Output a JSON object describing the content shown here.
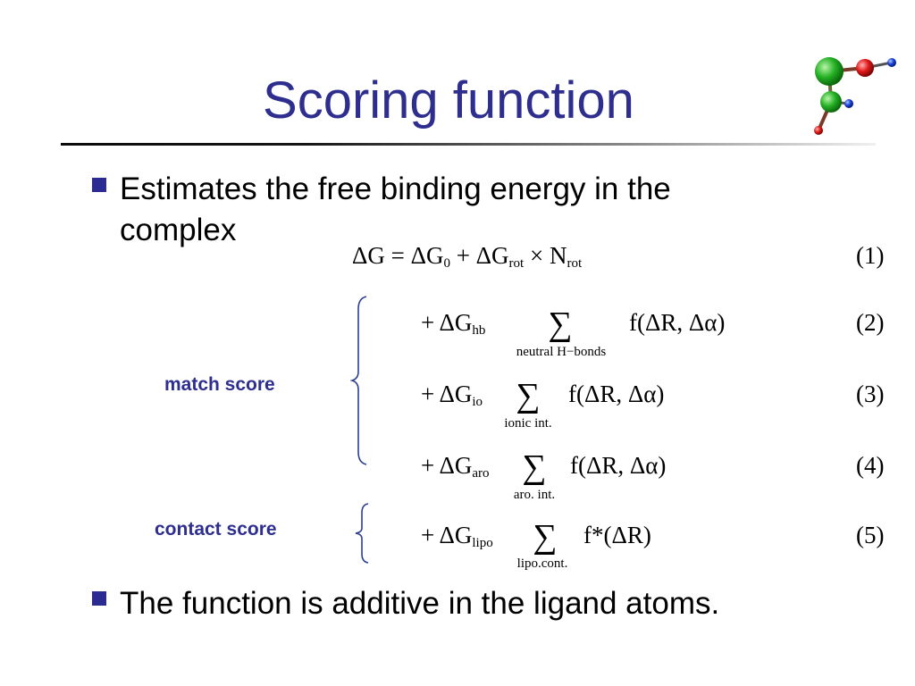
{
  "slide": {
    "title": "Scoring function",
    "bullets": [
      "Estimates the free binding energy in the complex",
      "The function is additive in the ligand atoms."
    ],
    "bullet_1_lines": [
      "Estimates the free binding energy in the",
      "complex"
    ]
  },
  "labels": {
    "match_score": "match score",
    "contact_score": "contact score"
  },
  "equations": [
    {
      "lhs": "ΔG = ΔG",
      "number": "(1)"
    },
    {
      "prefix": "+ ΔG",
      "sub": "hb",
      "sum_under": "neutral H−bonds",
      "term": "f(ΔR, Δα)",
      "number": "(2)"
    },
    {
      "prefix": "+ ΔG",
      "sub": "io",
      "sum_under": "ionic int.",
      "term": "f(ΔR, Δα)",
      "number": "(3)"
    },
    {
      "prefix": "+ ΔG",
      "sub": "aro",
      "sum_under": "aro. int.",
      "term": "f(ΔR, Δα)",
      "number": "(4)"
    },
    {
      "prefix": "+ ΔG",
      "sub": "lipo",
      "sum_under": "lipo.cont.",
      "term": "f*(ΔR)",
      "number": "(5)"
    }
  ],
  "eq1_parts": {
    "g0_sub": "0",
    "plus_dg": " + ΔG",
    "rot_sub": "rot",
    "times_n": " × N",
    "nrot_sub": "rot"
  },
  "sigma": "∑",
  "colors": {
    "title": "#2e2e8f",
    "bullet": "#2b2b93",
    "side_label": "#2e2e8f",
    "brace": "#2b3f8f"
  },
  "icons": {
    "logo": "molecule-icon",
    "bullet": "square-bullet-icon"
  }
}
